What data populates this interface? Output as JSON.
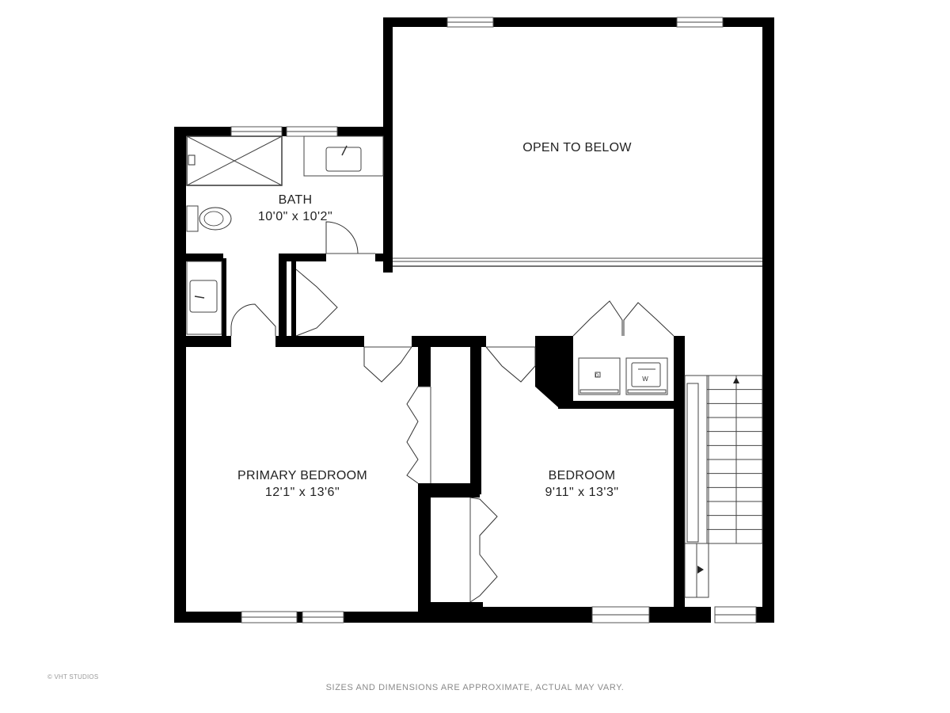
{
  "rooms": {
    "open_to_below": {
      "name": "OPEN TO BELOW"
    },
    "bath": {
      "name": "BATH",
      "dimensions": "10'0\" x 10'2\""
    },
    "primary_bedroom": {
      "name": "PRIMARY BEDROOM",
      "dimensions": "12'1\" x 13'6\""
    },
    "bedroom": {
      "name": "BEDROOM",
      "dimensions": "9'11\" x 13'3\""
    }
  },
  "appliances": {
    "washer_label": "W",
    "dryer_label": "D"
  },
  "footer": {
    "watermark": "© VHT STUDIOS",
    "disclaimer": "SIZES AND DIMENSIONS ARE APPROXIMATE, ACTUAL MAY VARY."
  }
}
